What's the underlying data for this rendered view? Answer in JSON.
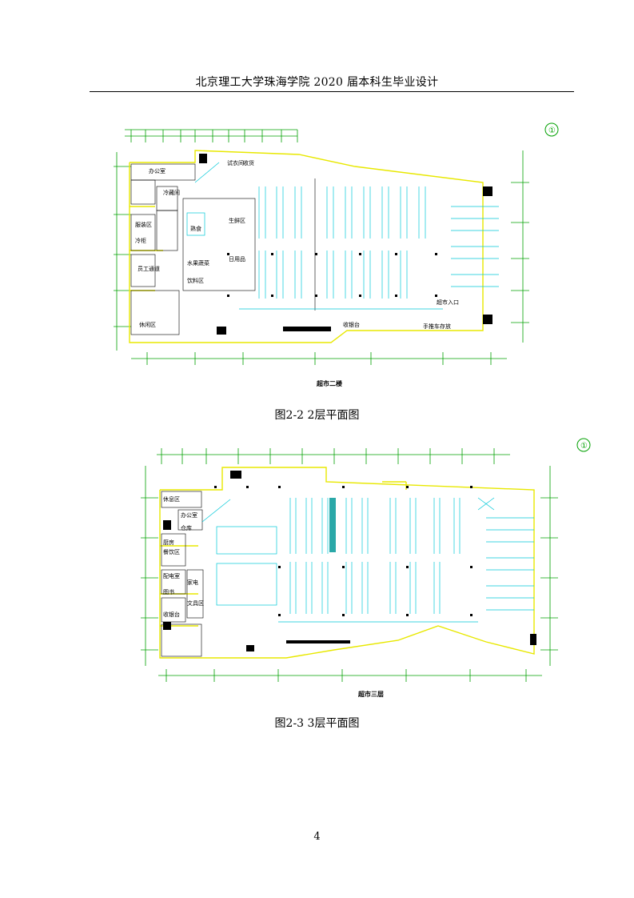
{
  "header": {
    "title": "北京理工大学珠海学院 2020 届本科生毕业设计"
  },
  "figure1": {
    "caption": "图2-2 2层平面图",
    "drawing_title": "超市二楼",
    "north_mark": "①",
    "room_labels": [
      "办公室",
      "冷藏间",
      "水果蔬菜",
      "生鲜区",
      "熟食",
      "日用品",
      "饮料区",
      "收银台",
      "超市入口",
      "休闲区",
      "试衣间",
      "收货",
      "员工通道",
      "手推车存放",
      "服装区",
      "冷柜"
    ]
  },
  "figure2": {
    "caption": "图2-3 3层平面图",
    "drawing_title": "超市三层",
    "north_mark": "①",
    "room_labels": [
      "休息区",
      "办公室",
      "仓库",
      "厨房",
      "餐饮区",
      "配电室",
      "图书",
      "家电",
      "文具区",
      "收银台"
    ]
  },
  "page_number": "4",
  "colors": {
    "axis": "#00a000",
    "wall": "#e8e800",
    "shelf": "#00c8d8",
    "column": "#000000",
    "accent": "#ff00ff"
  }
}
